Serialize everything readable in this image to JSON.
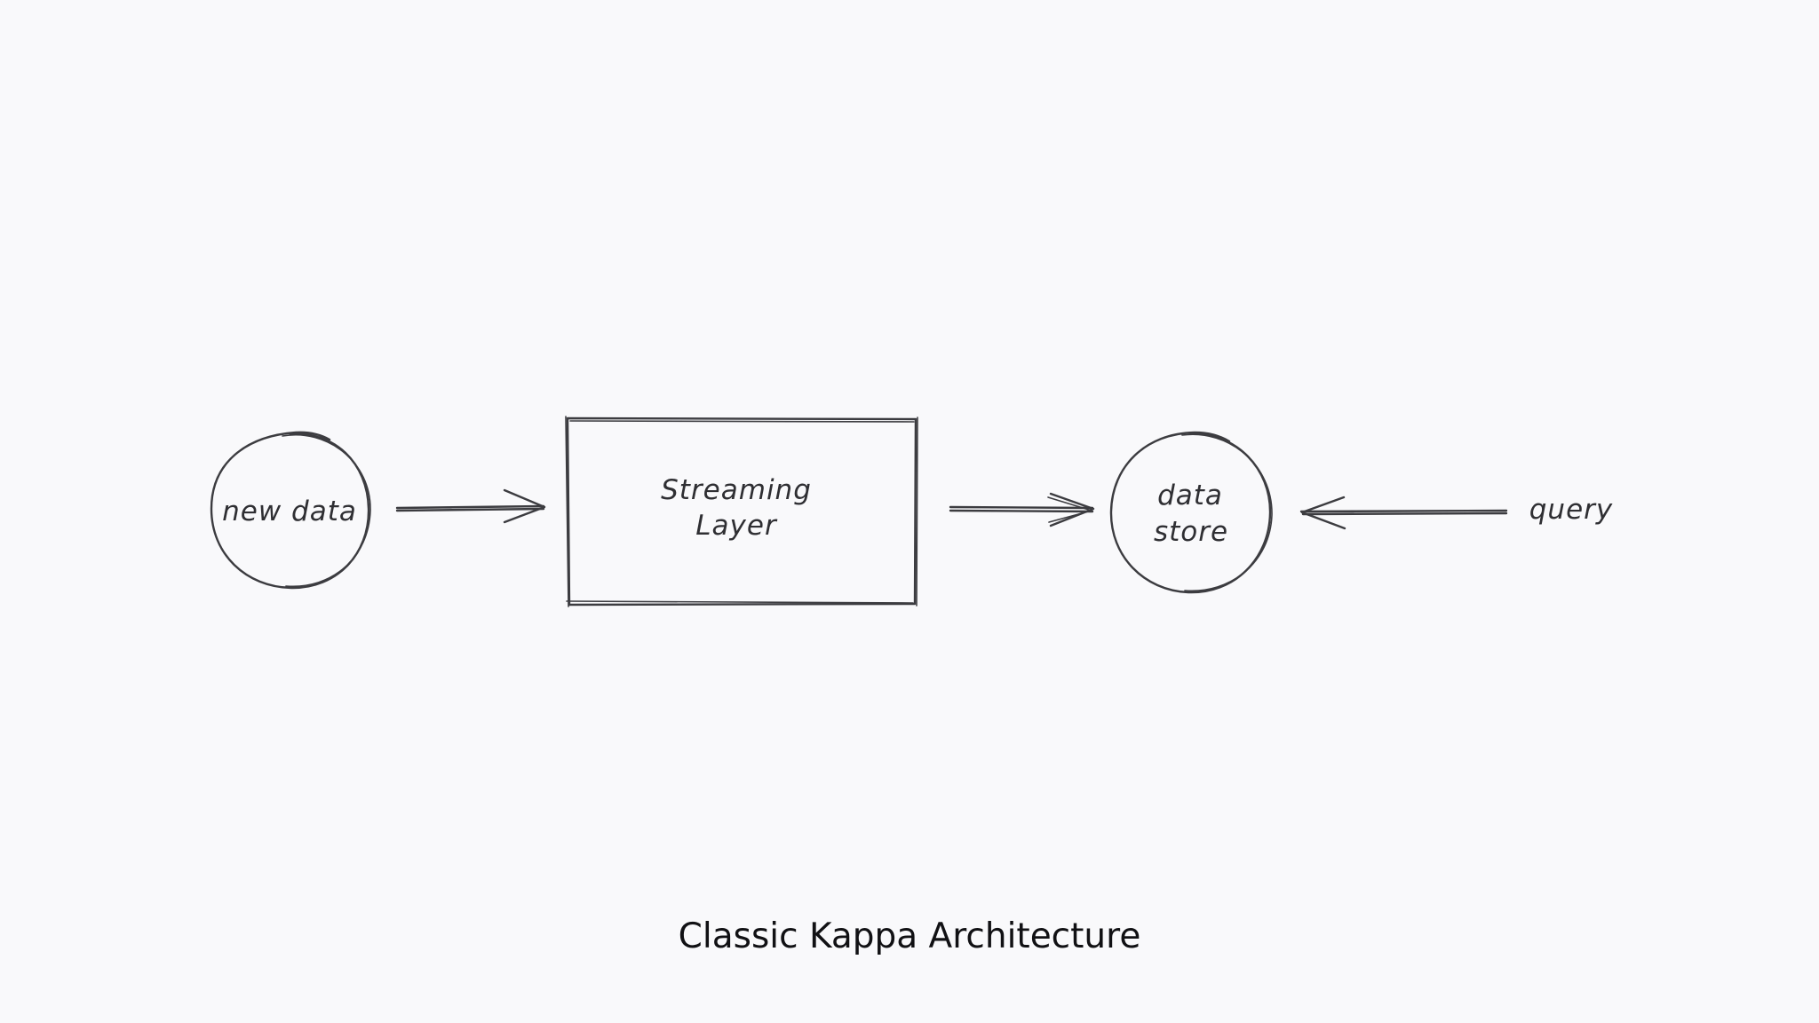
{
  "diagram": {
    "nodes": {
      "new_data": {
        "line1": "new data"
      },
      "streaming_layer": {
        "line1": "Streaming",
        "line2": "Layer"
      },
      "data_store": {
        "line1": "data",
        "line2": "store"
      },
      "query": {
        "line1": "query"
      }
    },
    "edges": [
      {
        "from": "new data",
        "to": "Streaming Layer"
      },
      {
        "from": "Streaming Layer",
        "to": "data store"
      },
      {
        "from": "query",
        "to": "data store"
      }
    ]
  },
  "caption": "Classic Kappa Architecture",
  "colors": {
    "background": "#f9f9fb",
    "stroke": "#3c3c40",
    "text": "#2f2f33"
  }
}
